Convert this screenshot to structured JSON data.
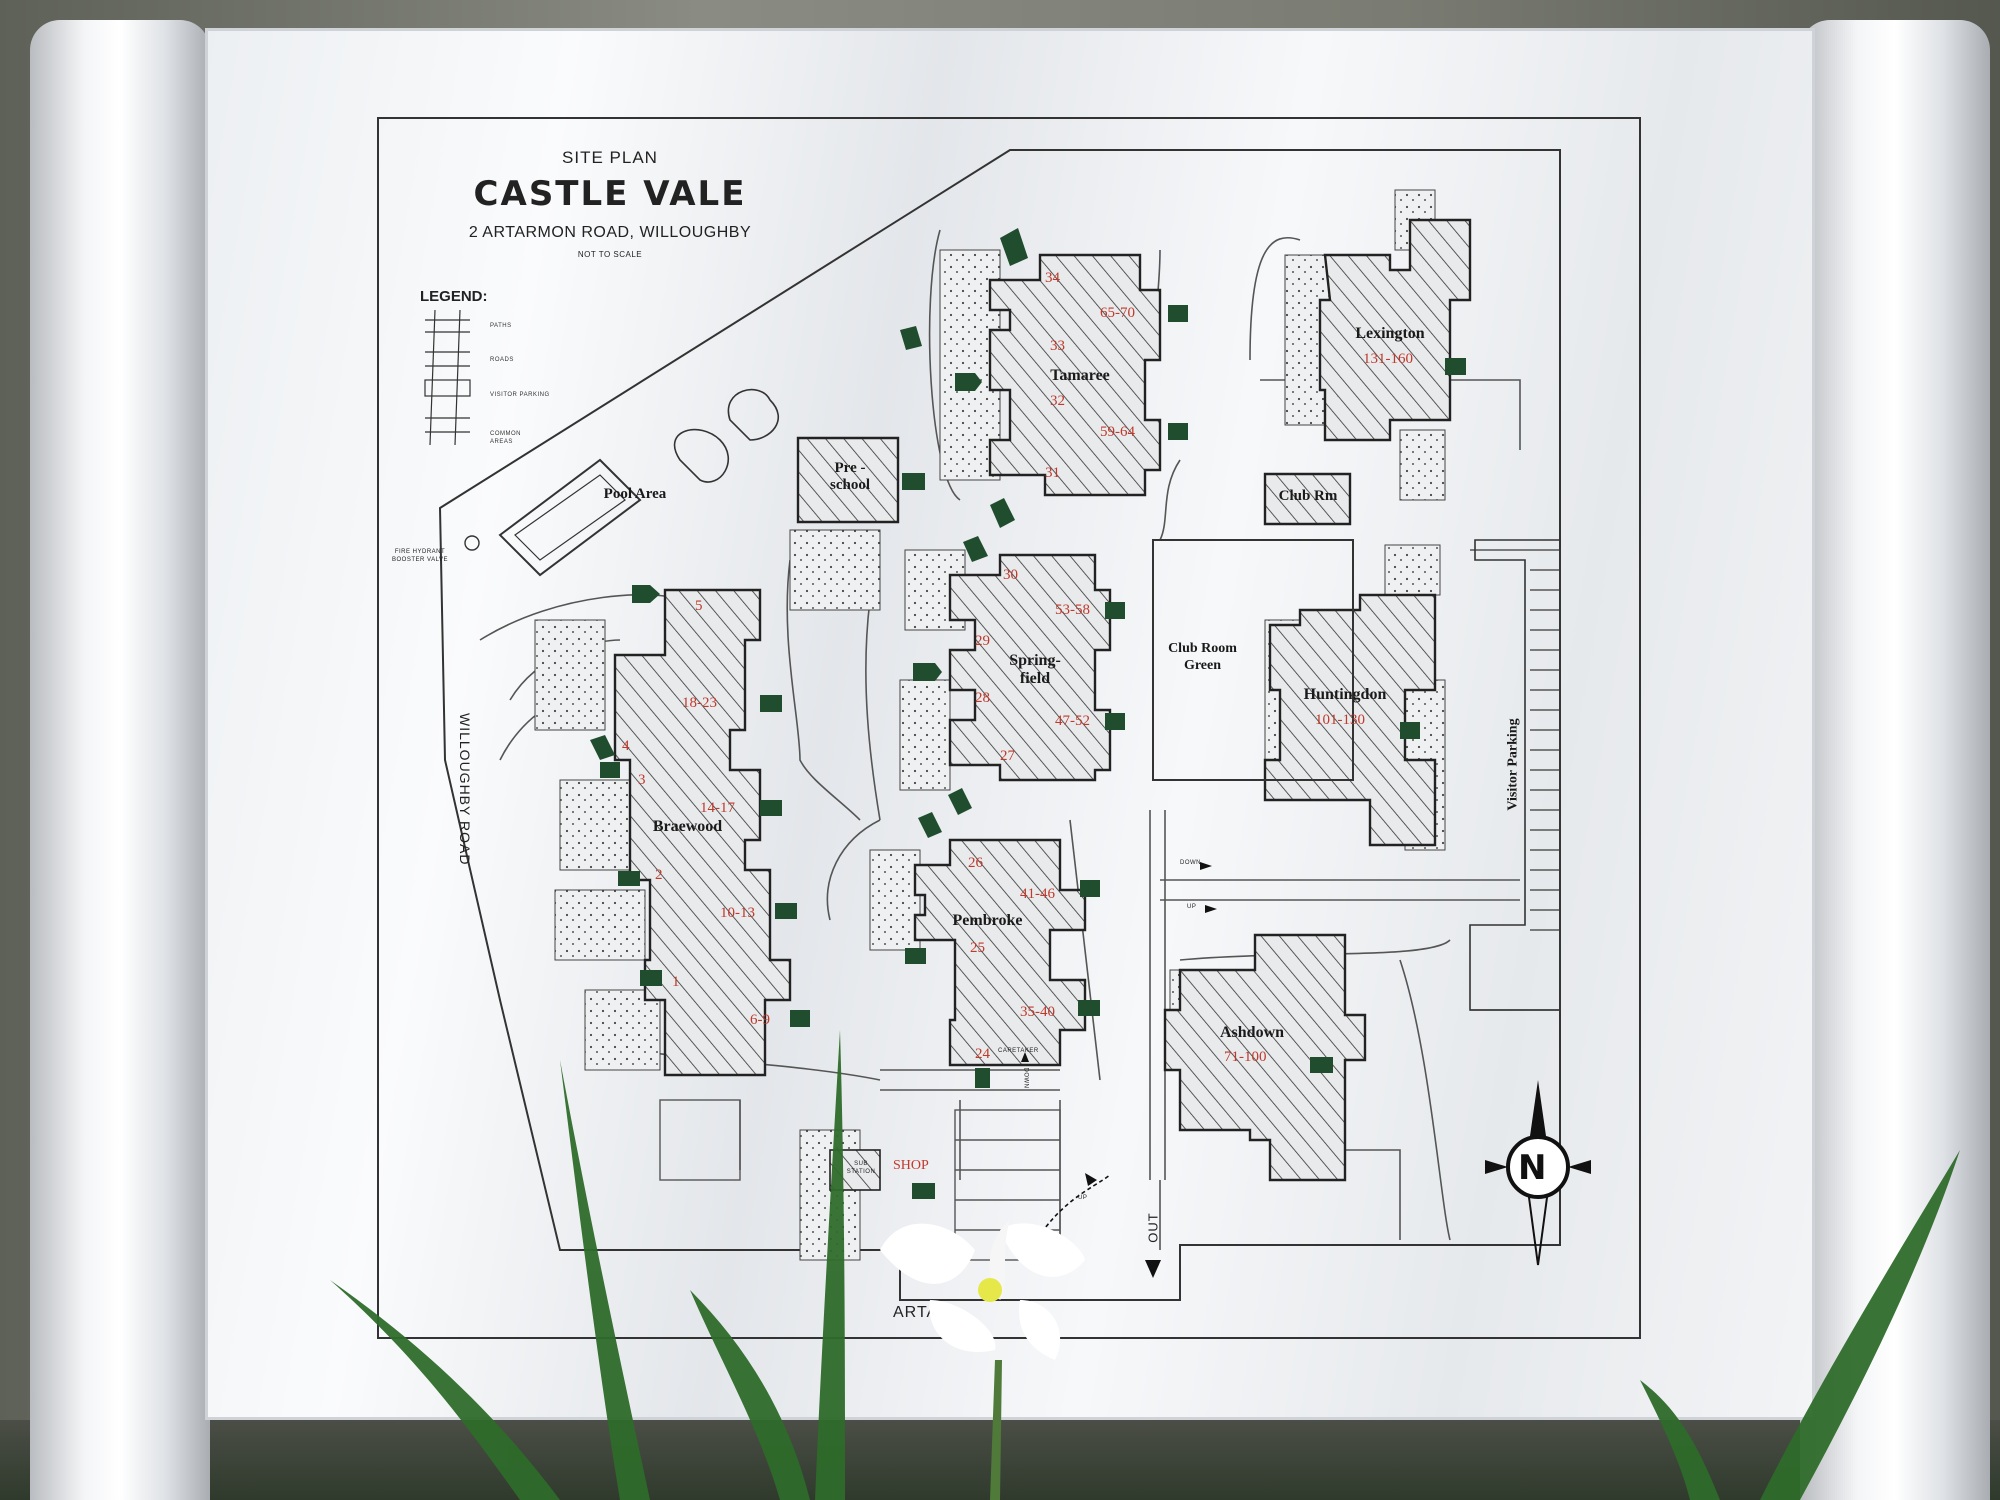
{
  "header": {
    "site_plan": "SITE PLAN",
    "name": "CASTLE VALE",
    "address": "2 ARTARMON ROAD, WILLOUGHBY",
    "scale_note": "NOT TO SCALE"
  },
  "legend": {
    "title": "LEGEND:",
    "items": [
      "PATHS",
      "ROADS",
      "VISITOR PARKING",
      "COMMON AREAS"
    ]
  },
  "buildings": [
    {
      "name": "Tamaree",
      "units": "65-70",
      "units2": "59-64"
    },
    {
      "name": "Lexington",
      "units": "131-160"
    },
    {
      "name": "Springfield",
      "line1": "Spring-",
      "line2": "field",
      "units": "53-58",
      "units2": "47-52"
    },
    {
      "name": "Huntingdon",
      "units": "101-130"
    },
    {
      "name": "Braewood",
      "units": "18-23",
      "units2": "14-17",
      "units3": "10-13",
      "units4": "6-9"
    },
    {
      "name": "Pembroke",
      "units": "41-46",
      "units2": "35-40"
    },
    {
      "name": "Ashdown",
      "units": "71-100"
    }
  ],
  "unit_numbers": [
    "34",
    "33",
    "32",
    "31",
    "30",
    "29",
    "28",
    "27",
    "26",
    "25",
    "24",
    "5",
    "4",
    "3",
    "2",
    "1"
  ],
  "areas": {
    "preschool_1": "Pre -",
    "preschool_2": "school",
    "pool": "Pool Area",
    "club_rm": "Club Rm",
    "green_1": "Club Room",
    "green_2": "Green",
    "visitor_parking": "Visitor Parking",
    "shop": "SHOP",
    "caretaker": "CARETAKER",
    "substation": "SUB STATION",
    "fire_1": "FIRE HYDRANT",
    "fire_2": "BOOSTER VALVE"
  },
  "roads": {
    "willoughby": "WILLOUGHBY ROAD",
    "artarmon": "ARTA",
    "down": "DOWN",
    "up": "UP",
    "down2": "DOWN",
    "up2": "UP",
    "out": "OUT"
  },
  "compass": {
    "label": "N"
  },
  "colors": {
    "unit_red": "#c0392b",
    "door_green": "#1f4d2e",
    "panel": "#f4f5f7"
  }
}
